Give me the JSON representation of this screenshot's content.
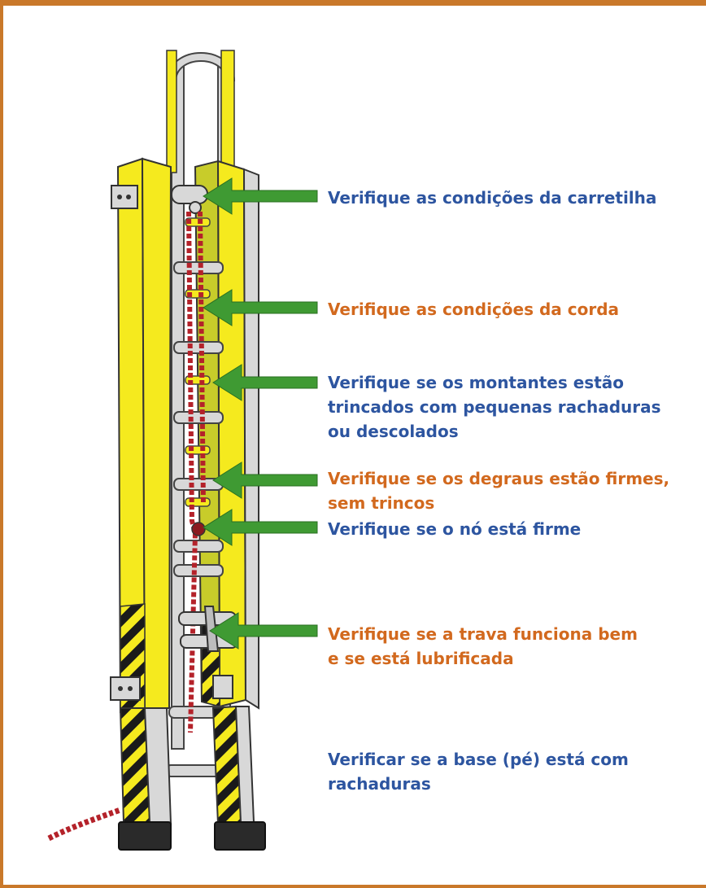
{
  "colors": {
    "frame": "#c9782a",
    "blue_text": "#2d55a0",
    "orange_text": "#d2691e",
    "arrow": "#3f9a33",
    "ladder_yellow": "#f5ea1e",
    "rope_red": "#b4222a",
    "rail_gray": "#d8d8d8"
  },
  "labels": [
    {
      "id": "carretilha",
      "color": "blue",
      "lines": [
        "Verifique as condições da carretilha"
      ]
    },
    {
      "id": "corda",
      "color": "orange",
      "lines": [
        "Verifique as condições da corda"
      ]
    },
    {
      "id": "montantes",
      "color": "blue",
      "lines": [
        "Verifique se os montantes estão",
        "trincados com pequenas rachaduras",
        "ou descolados"
      ]
    },
    {
      "id": "degraus",
      "color": "orange",
      "lines": [
        "Verifique se os degraus estão firmes,",
        "sem trincos"
      ]
    },
    {
      "id": "no",
      "color": "blue",
      "lines": [
        "Verifique se o nó está firme"
      ]
    },
    {
      "id": "trava",
      "color": "orange",
      "lines": [
        "Verifique se a trava funciona bem",
        "e se está lubrificada"
      ]
    },
    {
      "id": "base",
      "color": "blue",
      "lines": [
        "Verificar se a base (pé) está com",
        "rachaduras"
      ]
    }
  ]
}
